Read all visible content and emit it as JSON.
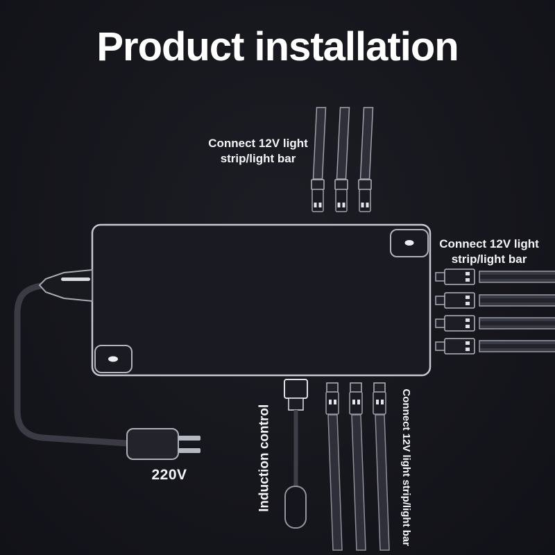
{
  "title": "Product installation",
  "annotations": {
    "top_label": "Connect 12V light strip/light bar",
    "right_label": "Connect 12V light strip/light bar",
    "bottom_vertical_label": "Connect 12V light strip/light bar",
    "induction_label": "Induction control",
    "plug_voltage": "220V"
  },
  "diagram": {
    "top_connector_count": 3,
    "right_connector_count": 4,
    "bottom_connector_count": 3,
    "device": "12V power controller box",
    "power_input": "220V wall plug"
  },
  "colors": {
    "background": "#16161d",
    "outline": "#c6c9d1",
    "text": "#ffffff",
    "cable": "#3a3b45"
  }
}
